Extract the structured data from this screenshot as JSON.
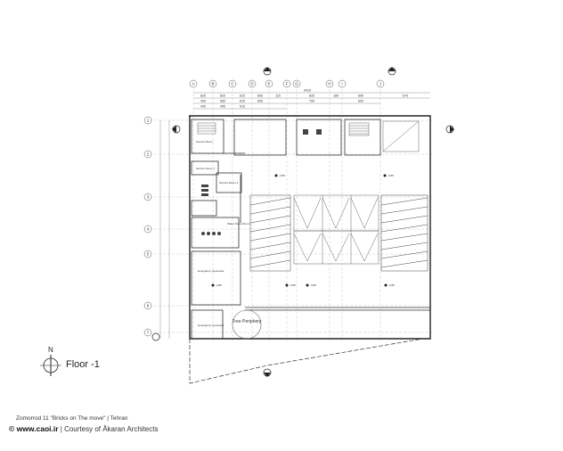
{
  "plan": {
    "floor_label": "Floor -1",
    "north_letter": "N",
    "tree_label": "Tree Periphery",
    "column_grid_labels": [
      "A",
      "B",
      "C",
      "D",
      "E",
      "F",
      "G",
      "H",
      "I",
      "J"
    ],
    "row_grid_labels": [
      "1",
      "2",
      "3",
      "4",
      "5",
      "6",
      "7"
    ],
    "overall_dimension": "9415",
    "dimension_row_1": [
      "825",
      "820",
      "615",
      "605",
      "115",
      "825",
      "180",
      "690",
      "670"
    ],
    "dimension_row_2": [
      "490",
      "560",
      "615",
      "605",
      "790",
      "690"
    ],
    "dimension_row_3": [
      "435",
      "495",
      "615"
    ],
    "level_marks": [
      "-3.85",
      "-3.85",
      "-3.85",
      "-3.85",
      "-3.85",
      "-3.85"
    ],
    "rooms": [
      "Service Room",
      "Service Room 1",
      "Service Room 2",
      "Water Pump Room",
      "Emergency Generator",
      "Emergency Generator"
    ]
  },
  "caption": {
    "line1": "Zomorrod 11 \"Bricks on The move\" | Tehran",
    "site": "© www.caoi.ir",
    "credit": "| Courtesy of Âkaran Architects"
  }
}
